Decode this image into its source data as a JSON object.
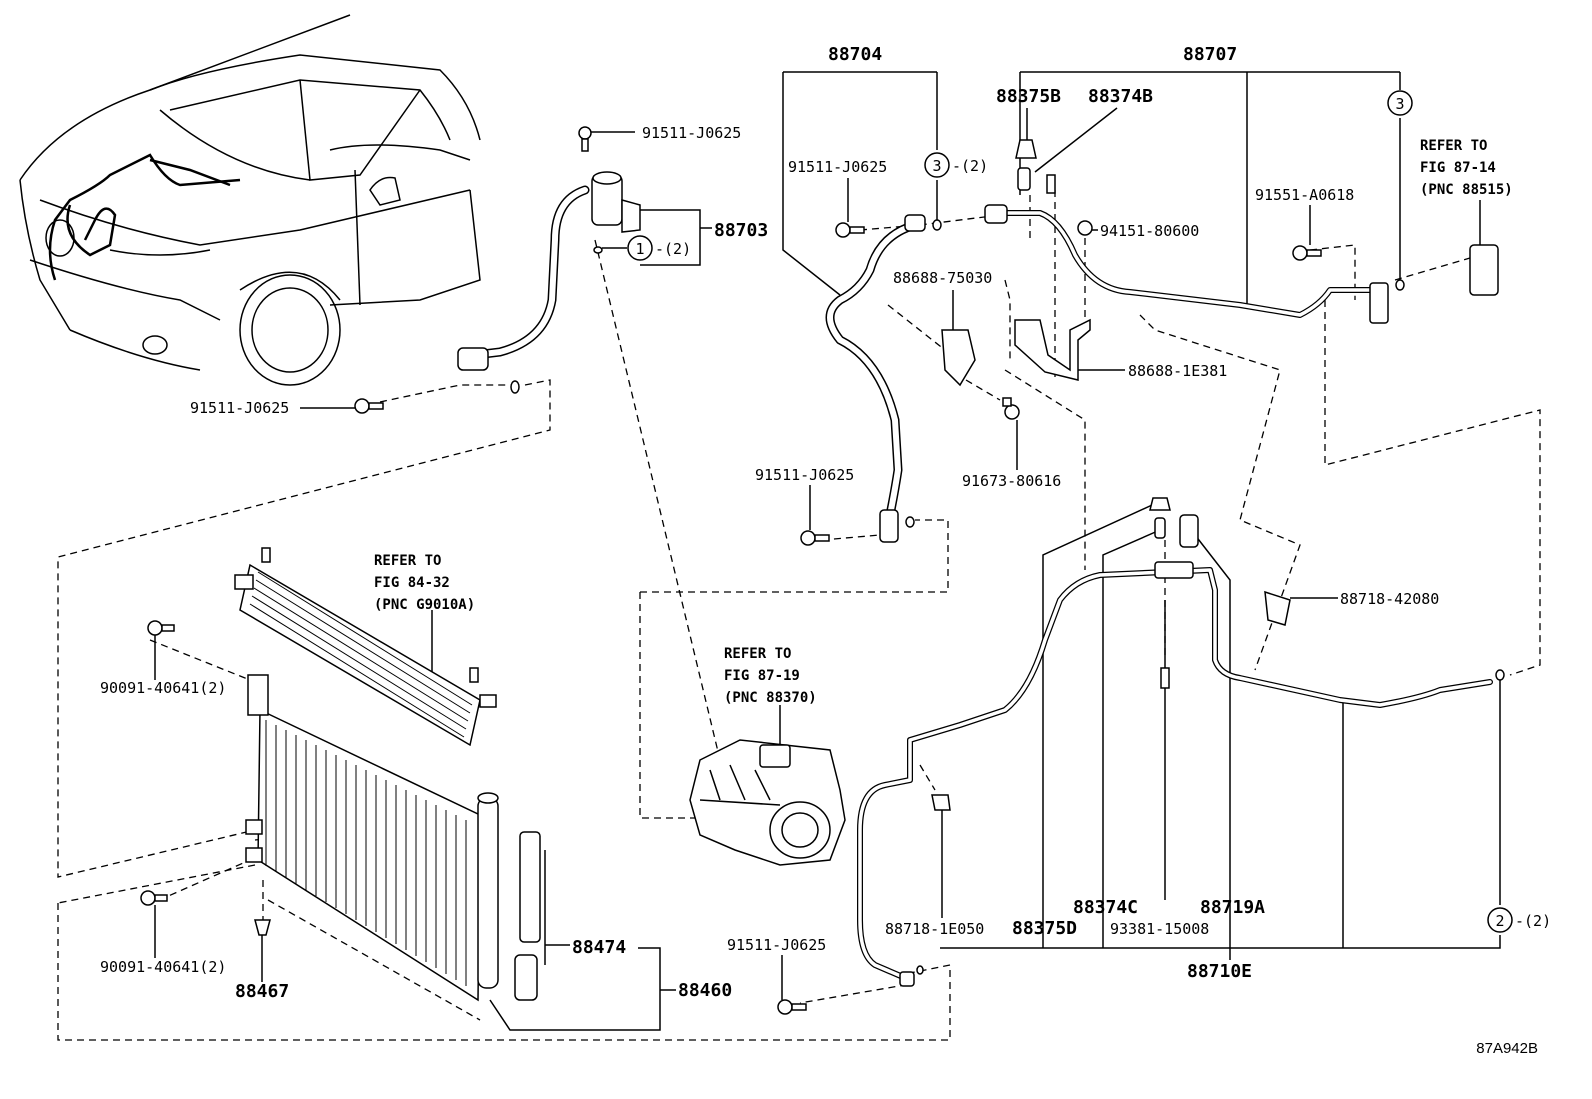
{
  "diagram_id": "87A942B",
  "labels": {
    "p88704": "88704",
    "p88707": "88707",
    "p88375B": "88375B",
    "p88374B": "88374B",
    "p91511_a": "91511-J0625",
    "p91511_b": "91511-J0625",
    "p91511_c": "91511-J0625",
    "p91511_d": "91511-J0625",
    "p91511_e": "91511-J0625",
    "p88703": "88703",
    "p94151": "94151-80600",
    "p91551": "91551-A0618",
    "p88688_75030": "88688-75030",
    "p88688_1E381": "88688-1E381",
    "p91673": "91673-80616",
    "p88718_42080": "88718-42080",
    "p88718_1E050": "88718-1E050",
    "p88375D": "88375D",
    "p88374C": "88374C",
    "p93381": "93381-15008",
    "p88719A": "88719A",
    "p88710E": "88710E",
    "p90091_a": "90091-40641(2)",
    "p90091_b": "90091-40641(2)",
    "p88467": "88467",
    "p88474": "88474",
    "p88460": "88460"
  },
  "callouts": {
    "c1_num": "1",
    "c1_qty": "-(2)",
    "c2_num": "2",
    "c2_qty": "-(2)",
    "c3a_num": "3",
    "c3a_qty": "-(2)",
    "c3b_num": "3"
  },
  "refs": {
    "r1": {
      "l1": "REFER TO",
      "l2": "FIG 87-14",
      "l3": "(PNC 88515)"
    },
    "r2": {
      "l1": "REFER TO",
      "l2": "FIG 84-32",
      "l3": "(PNC G9010A)"
    },
    "r3": {
      "l1": "REFER TO",
      "l2": "FIG 87-19",
      "l3": "(PNC 88370)"
    }
  }
}
